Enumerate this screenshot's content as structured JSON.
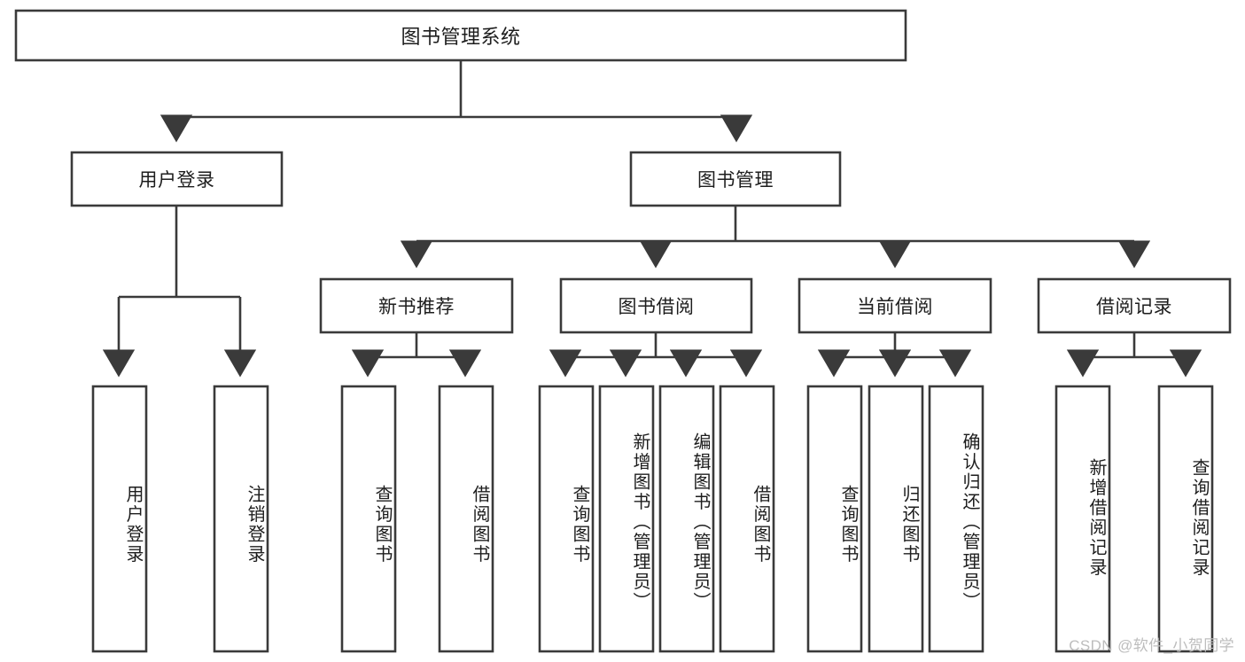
{
  "diagram": {
    "type": "tree",
    "title": "图书管理系统",
    "watermark": "CSDN @软件_小贺同学",
    "colors": {
      "stroke": "#3a3a3a",
      "fill": "#ffffff",
      "text": "#1d1d1d",
      "watermark": "#bdbdbd"
    },
    "levels": {
      "root": {
        "label": "图书管理系统"
      },
      "level1": [
        {
          "id": "user-login",
          "label": "用户登录"
        },
        {
          "id": "book-management",
          "label": "图书管理"
        }
      ],
      "level2": [
        {
          "id": "new-book-recommend",
          "label": "新书推荐",
          "parent": "book-management"
        },
        {
          "id": "book-borrow",
          "label": "图书借阅",
          "parent": "book-management"
        },
        {
          "id": "current-borrow",
          "label": "当前借阅",
          "parent": "book-management"
        },
        {
          "id": "borrow-record",
          "label": "借阅记录",
          "parent": "book-management"
        }
      ],
      "leaves": [
        {
          "id": "leaf-user-login",
          "label": "用户登录",
          "parent": "user-login"
        },
        {
          "id": "leaf-logout",
          "label": "注销登录",
          "parent": "user-login"
        },
        {
          "id": "leaf-query-book-1",
          "label": "查询图书",
          "parent": "new-book-recommend"
        },
        {
          "id": "leaf-borrow-book-1",
          "label": "借阅图书",
          "parent": "new-book-recommend"
        },
        {
          "id": "leaf-query-book-2",
          "label": "查询图书",
          "parent": "book-borrow"
        },
        {
          "id": "leaf-add-book",
          "label": "新增图书（管理员）",
          "parent": "book-borrow"
        },
        {
          "id": "leaf-edit-book",
          "label": "编辑图书（管理员）",
          "parent": "book-borrow"
        },
        {
          "id": "leaf-borrow-book-2",
          "label": "借阅图书",
          "parent": "book-borrow"
        },
        {
          "id": "leaf-query-book-3",
          "label": "查询图书",
          "parent": "current-borrow"
        },
        {
          "id": "leaf-return-book",
          "label": "归还图书",
          "parent": "current-borrow"
        },
        {
          "id": "leaf-confirm-return",
          "label": "确认归还（管理员）",
          "parent": "current-borrow"
        },
        {
          "id": "leaf-add-record",
          "label": "新增借阅记录",
          "parent": "borrow-record"
        },
        {
          "id": "leaf-query-record",
          "label": "查询借阅记录",
          "parent": "borrow-record"
        }
      ]
    }
  }
}
